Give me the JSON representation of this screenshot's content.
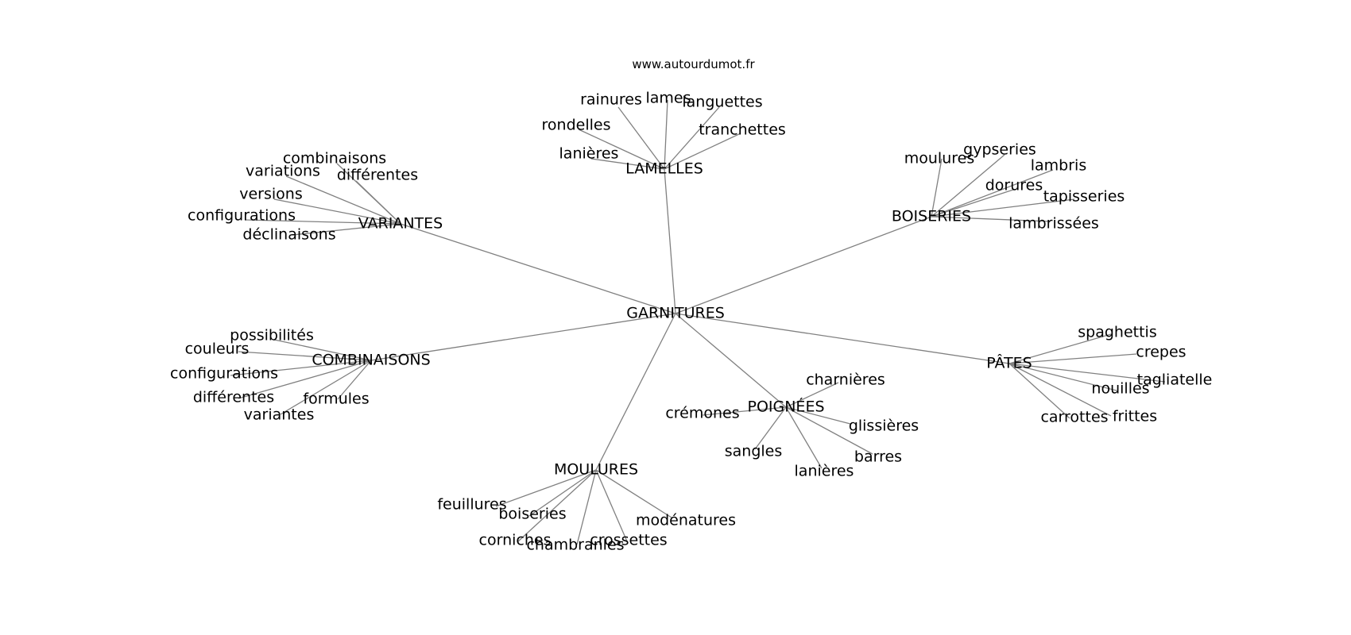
{
  "source": "www.autourdumot.fr",
  "center": "GARNITURES",
  "groups": [
    {
      "label": "LAMELLES",
      "words": [
        "rainures",
        "lames",
        "languettes",
        "rondelles",
        "tranchettes",
        "lanières"
      ]
    },
    {
      "label": "VARIANTES",
      "words": [
        "combinaisons",
        "variations",
        "différentes",
        "versions",
        "configurations",
        "déclinaisons"
      ]
    },
    {
      "label": "BOISERIES",
      "words": [
        "gypseries",
        "moulures",
        "lambris",
        "dorures",
        "tapisseries",
        "lambrissées"
      ]
    },
    {
      "label": "COMBINAISONS",
      "words": [
        "possibilités",
        "couleurs",
        "configurations",
        "différentes",
        "formules",
        "variantes"
      ]
    },
    {
      "label": "PÂTES",
      "words": [
        "spaghettis",
        "crepes",
        "tagliatelle",
        "nouilles",
        "carrottes",
        "frittes"
      ]
    },
    {
      "label": "POIGNÉES",
      "words": [
        "charnières",
        "crémones",
        "glissières",
        "sangles",
        "barres",
        "lanières"
      ]
    },
    {
      "label": "MOULURES",
      "words": [
        "feuillures",
        "boiseries",
        "modénatures",
        "corniches",
        "chambranles",
        "crossettes"
      ]
    }
  ]
}
